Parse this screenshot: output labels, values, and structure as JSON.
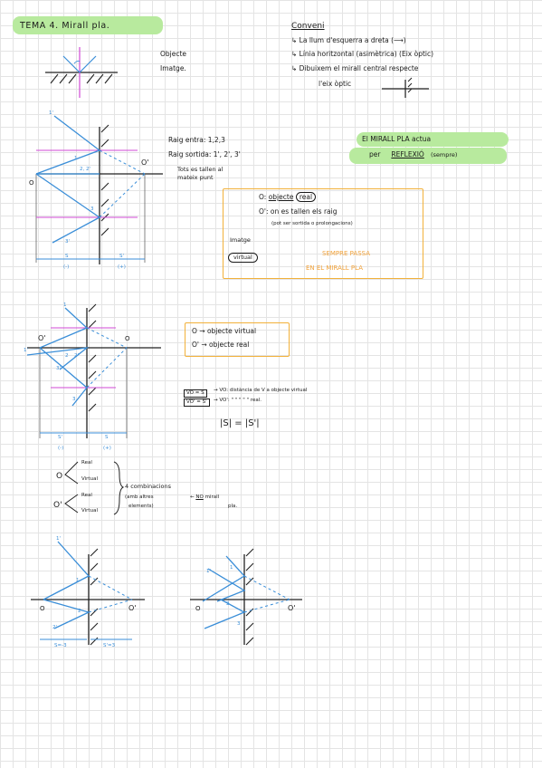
{
  "title": "TEMA 4.  Mirall pla.",
  "convention": {
    "header": "Conveni",
    "rules": [
      "↳ La llum d'esquerra a dreta (⟶)",
      "↳ Línia horitzontal (asimètrica) (Eix òptic)",
      "↳ Dibuixem el mirall central respecte"
    ],
    "rule_cont": "l'eix òptic"
  },
  "legend": {
    "object": "Objecte",
    "image": "Imatge."
  },
  "rays": {
    "in": "Raig entra: 1,2,3",
    "out": "Raig sortida: 1', 2', 3'",
    "meet1": "Tots es tallen al",
    "meet2": "mateix punt"
  },
  "highlight": {
    "line1": "El MIRALL PLA actua",
    "line2_a": "per",
    "line2_b": "REFLEXIÓ",
    "line2_c": "(sempre)"
  },
  "box1": {
    "o_label": "O:",
    "o_text": "objecte",
    "o_real": "real",
    "op_label": "O':",
    "op_text": "on es tallen els raig",
    "op_sub": "(pot ser sortida o prolongacions)",
    "imatge": "Imatge",
    "virtual": "virtual",
    "always1": "SEMPRE PASSA",
    "always2": "EN EL MIRALL PLA"
  },
  "box2": {
    "l1": "O → objecte virtual",
    "l2": "O' → objecte real"
  },
  "distance": {
    "d1_sym": "VO = S",
    "d2_sym": "VO' = S'",
    "d1_txt": "→ VO: distància de V a objecte virtual",
    "d2_txt": "→ VO':  \"      \"   \"  \"    \"     real.",
    "eq": "|S| = |S'|"
  },
  "combos": {
    "o": "O",
    "op": "O'",
    "real": "Real",
    "virtual": "Virtual",
    "c1": "4 combinacions",
    "c2": "(amb altres",
    "c3": "elements)",
    "no_a": "NO",
    "no_b": "mirall",
    "no_c": "pla."
  },
  "diag1": {
    "o": "O",
    "op": "O'",
    "r1": "1",
    "r1p": "1'",
    "r23": "2, 2'",
    "r3": "3",
    "r3p": "3'",
    "s": "S",
    "sneg": "(-)",
    "sp": "S'",
    "spos": "(+)"
  },
  "diag2": {
    "o": "O",
    "op": "O'",
    "r1": "1",
    "r1p": "1'",
    "r2": "2",
    "r2p": "2'",
    "r3": "3",
    "r3p": "3'",
    "s": "S'",
    "sneg": "(-)",
    "sp": "S",
    "spos": "(+)"
  },
  "diag3": {
    "o": "O",
    "op": "O'",
    "r1": "1",
    "r1p": "1'",
    "r2": "2",
    "r2p": "2'",
    "s": "S=-3",
    "sp": "S'=3"
  },
  "diag4": {
    "o": "O",
    "op": "O'",
    "r1": "1",
    "r1p": "1'",
    "r2": "2",
    "r3": "3"
  },
  "colors": {
    "green_highlight": "#b8ea9e",
    "magenta": "#d04ad6",
    "blue": "#3a8ed8",
    "orange": "#f2a33a"
  }
}
